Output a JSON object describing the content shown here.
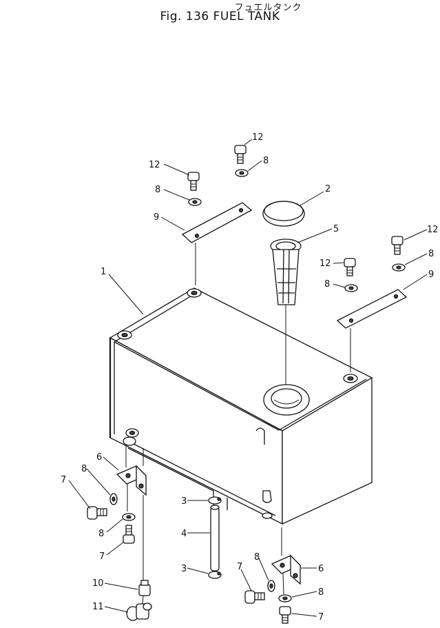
{
  "figure": {
    "title_jp": "フュエルタンク",
    "title_en": "Fig. 136 FUEL TANK"
  },
  "callouts": [
    {
      "id": "c1",
      "label": "1"
    },
    {
      "id": "c2",
      "label": "2"
    },
    {
      "id": "c3a",
      "label": "3"
    },
    {
      "id": "c3b",
      "label": "3"
    },
    {
      "id": "c4",
      "label": "4"
    },
    {
      "id": "c5",
      "label": "5"
    },
    {
      "id": "c6a",
      "label": "6"
    },
    {
      "id": "c6b",
      "label": "6"
    },
    {
      "id": "c7a",
      "label": "7"
    },
    {
      "id": "c7b",
      "label": "7"
    },
    {
      "id": "c7c",
      "label": "7"
    },
    {
      "id": "c7d",
      "label": "7"
    },
    {
      "id": "c8a",
      "label": "8"
    },
    {
      "id": "c8b",
      "label": "8"
    },
    {
      "id": "c8c",
      "label": "8"
    },
    {
      "id": "c8d",
      "label": "8"
    },
    {
      "id": "c8e",
      "label": "8"
    },
    {
      "id": "c8f",
      "label": "8"
    },
    {
      "id": "c8g",
      "label": "8"
    },
    {
      "id": "c8h",
      "label": "8"
    },
    {
      "id": "c9a",
      "label": "9"
    },
    {
      "id": "c9b",
      "label": "9"
    },
    {
      "id": "c10",
      "label": "10"
    },
    {
      "id": "c11",
      "label": "11"
    },
    {
      "id": "c12a",
      "label": "12"
    },
    {
      "id": "c12b",
      "label": "12"
    },
    {
      "id": "c12c",
      "label": "12"
    },
    {
      "id": "c12d",
      "label": "12"
    }
  ]
}
